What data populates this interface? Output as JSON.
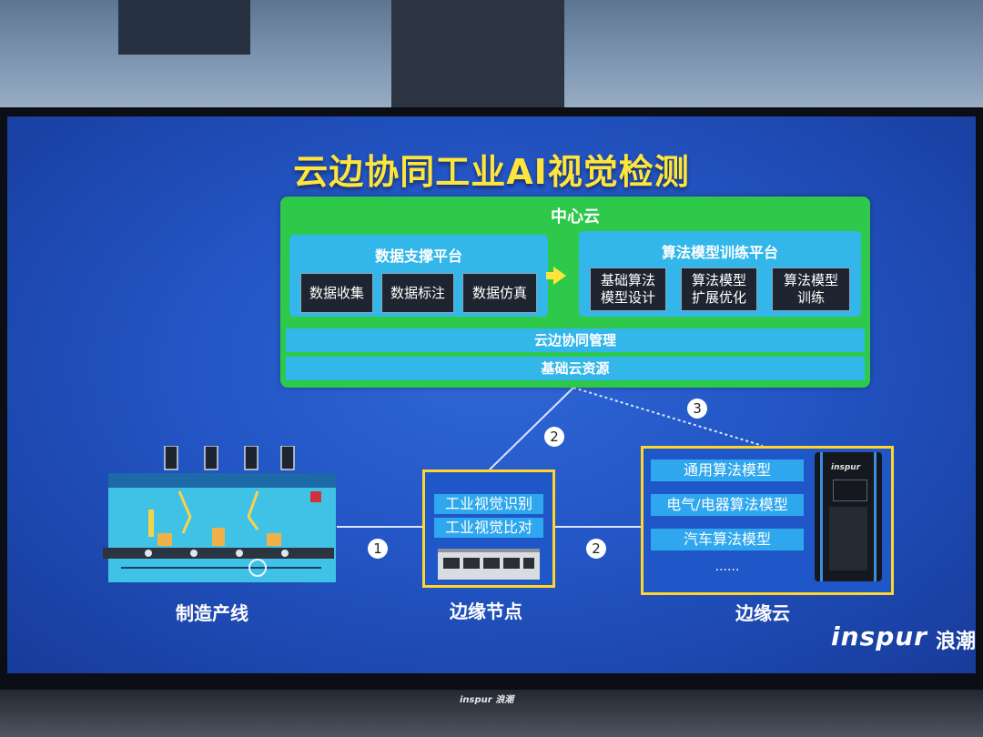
{
  "slide": {
    "title": "云边协同工业AI视觉检测",
    "center_cloud": {
      "title": "中心云",
      "data_platform": {
        "title": "数据支撑平台",
        "items": [
          "数据收集",
          "数据标注",
          "数据仿真"
        ]
      },
      "algo_platform": {
        "title": "算法模型训练平台",
        "items": [
          "基础算法\n模型设计",
          "算法模型\n扩展优化",
          "算法模型\n训练"
        ]
      },
      "bars": [
        "云边协同管理",
        "基础云资源"
      ]
    },
    "edge_node": {
      "label": "边缘节点",
      "items": [
        "工业视觉识别",
        "工业视觉比对"
      ]
    },
    "edge_cloud": {
      "label": "边缘云",
      "items": [
        "通用算法模型",
        "电气/电器算法模型",
        "汽车算法模型",
        "......"
      ],
      "server_brand": "inspur"
    },
    "production_line": {
      "label": "制造产线"
    },
    "connector_numbers": [
      "1",
      "2",
      "2",
      "3"
    ],
    "brand": {
      "logo": "inspur",
      "cn": "浪潮"
    },
    "monitor_logo": "inspur 浪潮"
  },
  "colors": {
    "title": "#ffe53b",
    "cloud_panel": "#2ec94a",
    "sub_panel": "#33b7ea",
    "frame": "#ffd52b",
    "slide_bg": "#2355c4"
  }
}
